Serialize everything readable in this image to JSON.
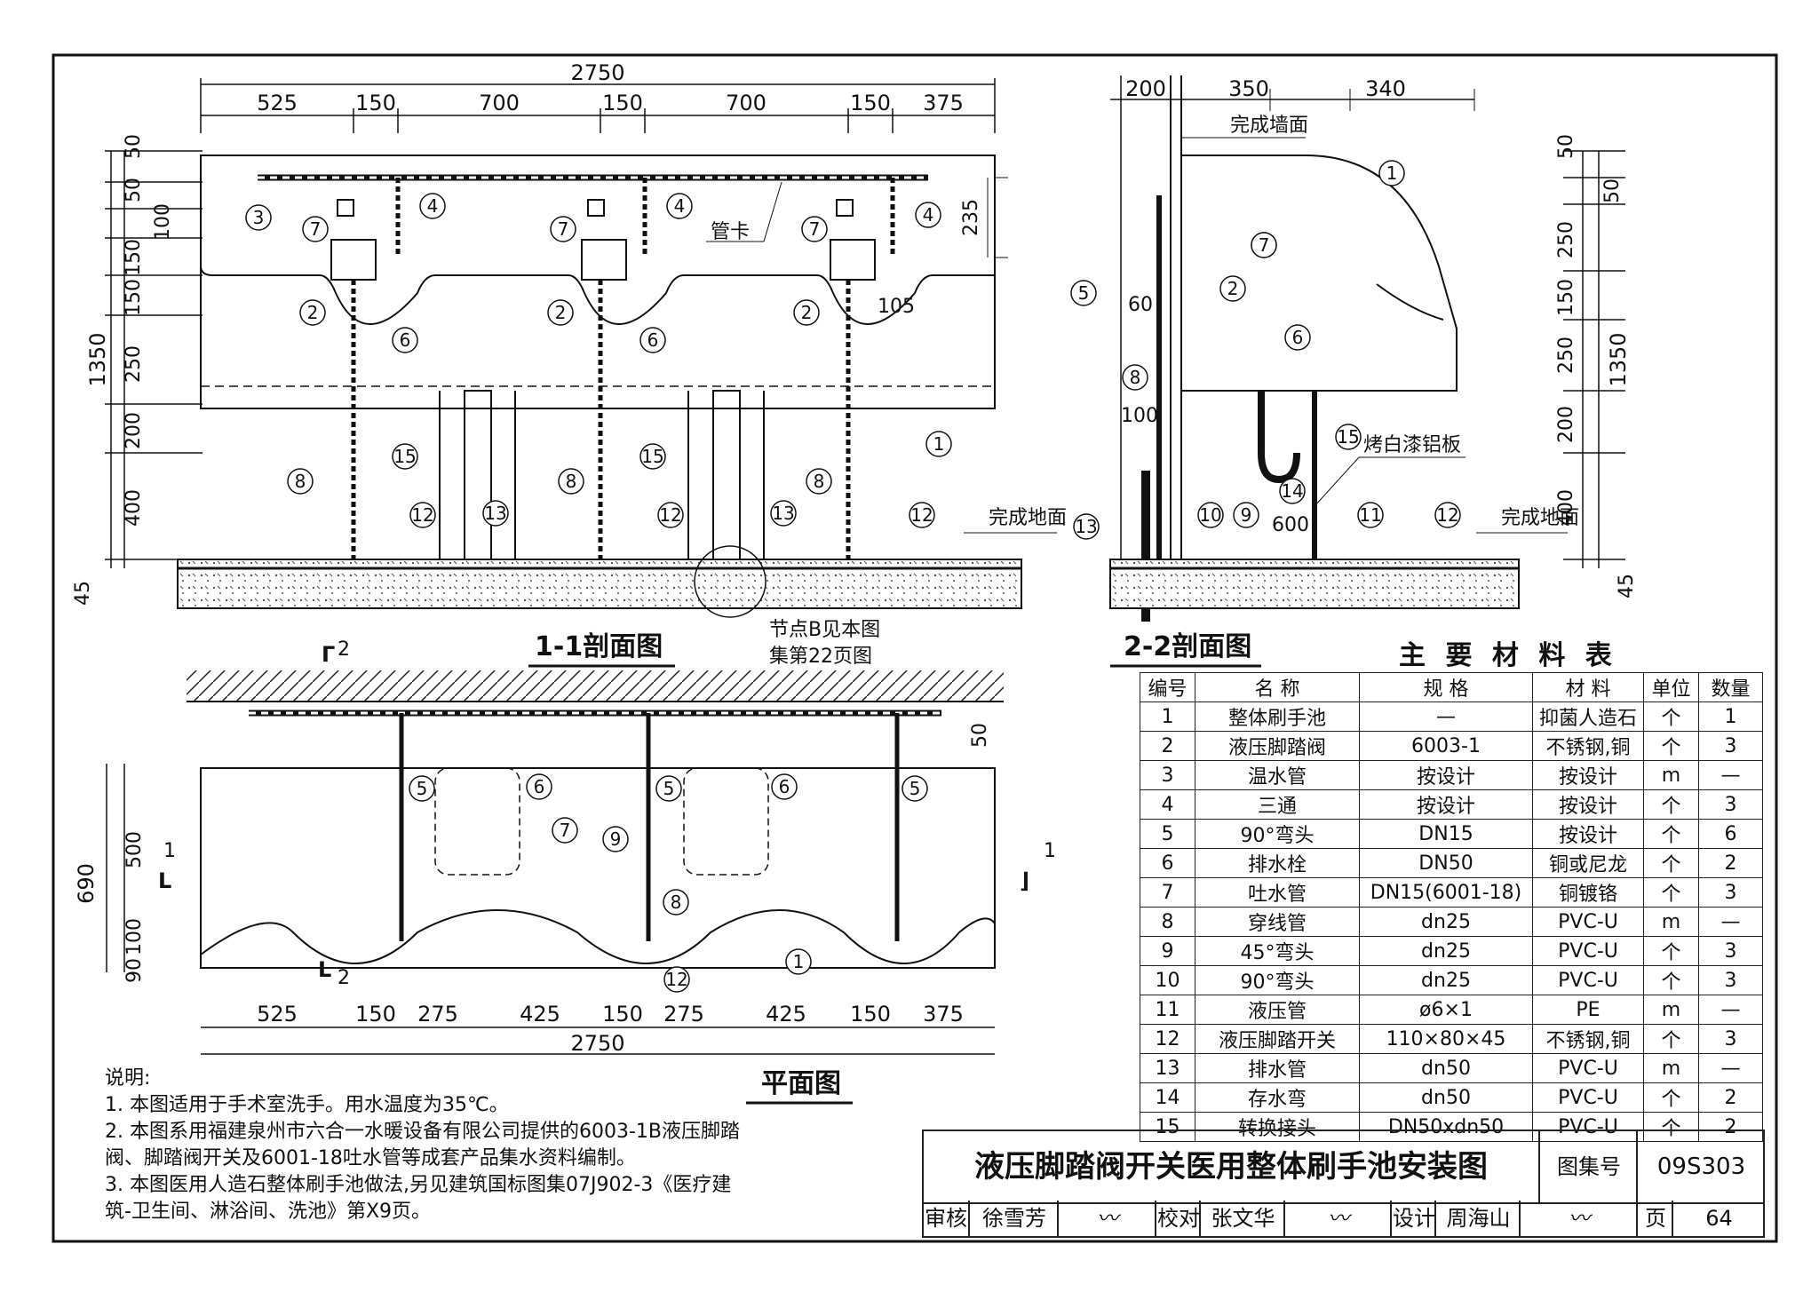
{
  "views": {
    "section_1_1": {
      "title": "1-1剖面图",
      "top_total": "2750",
      "top_dims": [
        "525",
        "150",
        "700",
        "150",
        "700",
        "150",
        "375"
      ],
      "left_dims": [
        "50",
        "50",
        "100",
        "150",
        "150",
        "250",
        "200",
        "400",
        "45"
      ],
      "left_total": "1350",
      "right_dim": "235",
      "dim_105": "105",
      "pipe_clamp": "管卡",
      "floor": "完成地面",
      "node_note_1": "节点B见本图",
      "node_note_2": "集第22页图"
    },
    "section_2_2": {
      "title": "2-2剖面图",
      "top_dims": [
        "200",
        "350",
        "340"
      ],
      "wall": "完成墙面",
      "dim_60": "60",
      "dim_100": "100",
      "dim_600": "600",
      "panel": "烤白漆铝板",
      "floor": "完成地面",
      "right_dims": [
        "50",
        "50",
        "250",
        "150",
        "250",
        "200",
        "400",
        "45"
      ],
      "right_total": "1350"
    },
    "plan": {
      "title": "平面图",
      "dim_50": "50",
      "left_dims": [
        "500",
        "100",
        "90"
      ],
      "left_total": "690",
      "bottom_dims": [
        "525",
        "150",
        "275",
        "425",
        "150",
        "275",
        "425",
        "150",
        "375"
      ],
      "bottom_total": "2750",
      "cut_1": "1",
      "cut_2": "2"
    }
  },
  "materials": {
    "title": "主 要 材 料 表",
    "headers": [
      "编号",
      "名 称",
      "规 格",
      "材 料",
      "单位",
      "数量"
    ],
    "rows": [
      [
        "1",
        "整体刷手池",
        "—",
        "抑菌人造石",
        "个",
        "1"
      ],
      [
        "2",
        "液压脚踏阀",
        "6003-1",
        "不锈钢,铜",
        "个",
        "3"
      ],
      [
        "3",
        "温水管",
        "按设计",
        "按设计",
        "m",
        "—"
      ],
      [
        "4",
        "三通",
        "按设计",
        "按设计",
        "个",
        "3"
      ],
      [
        "5",
        "90°弯头",
        "DN15",
        "按设计",
        "个",
        "6"
      ],
      [
        "6",
        "排水栓",
        "DN50",
        "铜或尼龙",
        "个",
        "2"
      ],
      [
        "7",
        "吐水管",
        "DN15(6001-18)",
        "铜镀铬",
        "个",
        "3"
      ],
      [
        "8",
        "穿线管",
        "dn25",
        "PVC-U",
        "m",
        "—"
      ],
      [
        "9",
        "45°弯头",
        "dn25",
        "PVC-U",
        "个",
        "3"
      ],
      [
        "10",
        "90°弯头",
        "dn25",
        "PVC-U",
        "个",
        "3"
      ],
      [
        "11",
        "液压管",
        "ø6×1",
        "PE",
        "m",
        "—"
      ],
      [
        "12",
        "液压脚踏开关",
        "110×80×45",
        "不锈钢,铜",
        "个",
        "3"
      ],
      [
        "13",
        "排水管",
        "dn50",
        "PVC-U",
        "m",
        "—"
      ],
      [
        "14",
        "存水弯",
        "dn50",
        "PVC-U",
        "个",
        "2"
      ],
      [
        "15",
        "转换接头",
        "DN50xdn50",
        "PVC-U",
        "个",
        "2"
      ]
    ]
  },
  "title_block": {
    "drawing_title": "液压脚踏阀开关医用整体刷手池安装图",
    "atlas_label": "图集号",
    "atlas_no": "09S303",
    "review_label": "审核",
    "reviewer": "徐雪芳",
    "check_label": "校对",
    "checker": "张文华",
    "design_label": "设计",
    "designer": "周海山",
    "page_label": "页",
    "page_no": "64"
  },
  "notes": {
    "heading": "说明:",
    "items": [
      "1. 本图适用于手术室洗手。用水温度为35℃。",
      "2. 本图系用福建泉州市六合一水暖设备有限公司提供的6003-1B液压脚踏",
      "   阀、脚踏阀开关及6001-18吐水管等成套产品集水资料编制。",
      "3. 本图医用人造石整体刷手池做法,另见建筑国标图集07J902-3《医疗建",
      "   筑-卫生间、淋浴间、洗池》第X9页。"
    ]
  }
}
